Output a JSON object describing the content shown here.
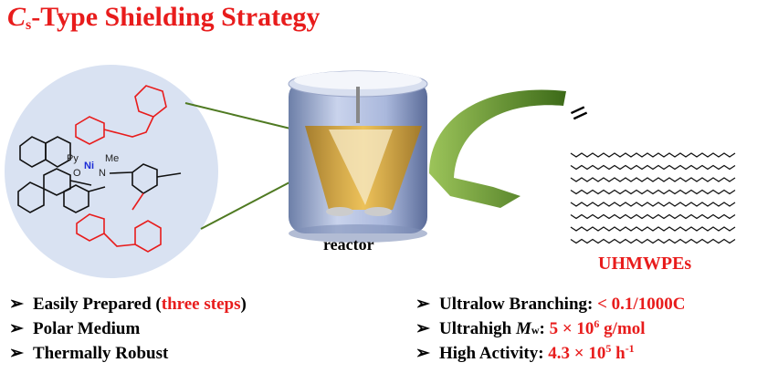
{
  "title": {
    "prefix_italic": "C",
    "subscript": "s",
    "text": "-Type Shielding Strategy"
  },
  "molecule": {
    "py": "Py",
    "ni": "Ni",
    "me": "Me",
    "o": "O",
    "n": "N"
  },
  "reactor_label": "reactor",
  "product_label": "UHMWPEs",
  "ethylene_symbol": "=",
  "bullet_glyph": "➢",
  "left_bullets": [
    {
      "text": "Easily Prepared (",
      "highlight": "three steps",
      "suffix": ")"
    },
    {
      "text": "Polar Medium"
    },
    {
      "text": "Thermally Robust"
    }
  ],
  "right_bullets": [
    {
      "label": "Ultralow Branching: ",
      "value": "< 0.1/1000C"
    },
    {
      "label_pre": "Ultrahigh ",
      "label_italic": "M",
      "label_sub": "w",
      "label_post": ": ",
      "value": "5 × 10",
      "value_sup": "6",
      "value_post": " g/mol"
    },
    {
      "label": "High Activity: ",
      "value": "4.3 × 10",
      "value_sup": "5",
      "value_post": " h",
      "value_sup2": "-1"
    }
  ],
  "colors": {
    "accent": "#e81c1c",
    "circle": "#d9e2f2",
    "arrow": "#4f7a22",
    "ni": "#1a2bd6"
  }
}
